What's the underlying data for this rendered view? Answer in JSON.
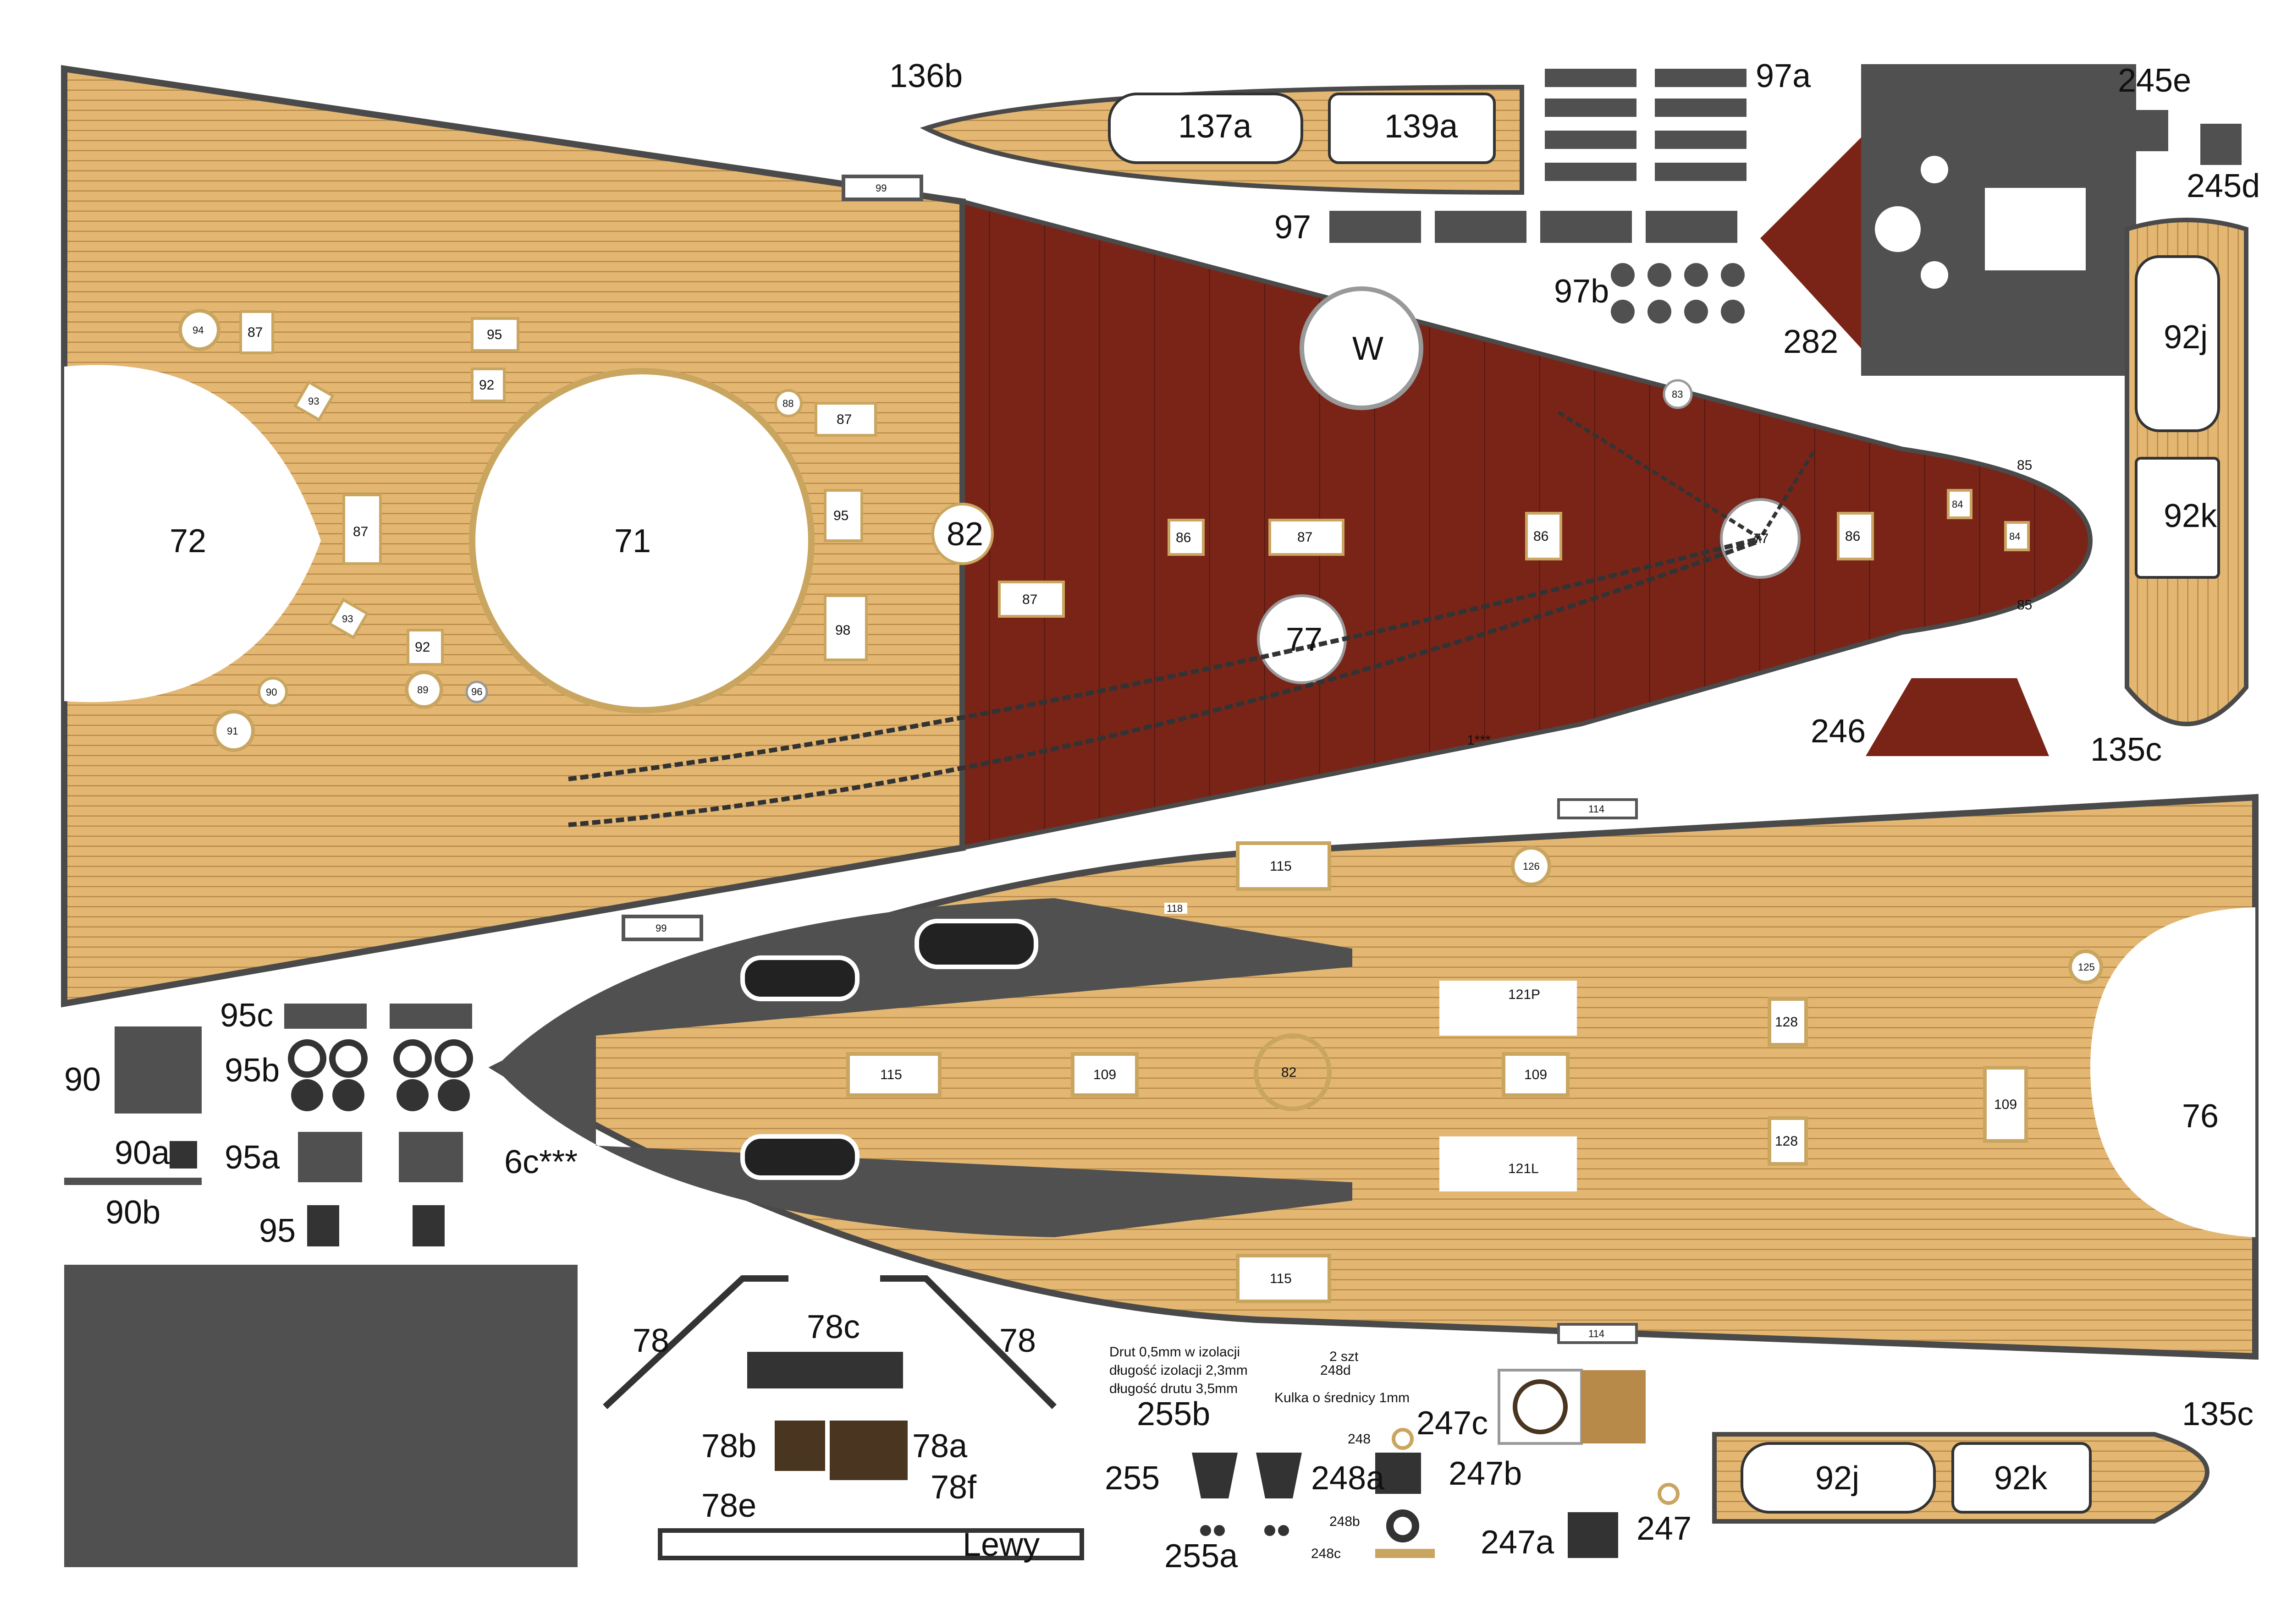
{
  "sheet": {
    "colors": {
      "wood": "#e3b772",
      "wood_line": "#b88a4a",
      "red_deck": "#7a2418",
      "dark_grey": "#505050",
      "hull_edge": "#4a4a4a",
      "paper": "#ffffff",
      "fitting": "#c9a560"
    },
    "labels": {
      "p136b": "136b",
      "p137a": "137a",
      "p139a": "139a",
      "p97a": "97a",
      "p97": "97",
      "p97b": "97b",
      "p282": "282",
      "p245e": "245e",
      "p245d": "245d",
      "p92j_top": "92j",
      "p92k_top": "92k",
      "p135c_top": "135c",
      "p246": "246",
      "p72": "72",
      "p71": "71",
      "p82": "82",
      "pW": "W",
      "p77a": "77",
      "p77b": "77",
      "p85a": "85",
      "p85b": "85",
      "p84a": "84",
      "p84b": "84",
      "p86a": "86",
      "p86b": "86",
      "p86c": "86",
      "p87a": "87",
      "p87b": "87",
      "p87c": "87",
      "p87d": "87",
      "p87e": "87",
      "p88": "88",
      "p89": "89",
      "p90c": "90",
      "p91": "91",
      "p92a": "92",
      "p92b": "92",
      "p93a": "93",
      "p93b": "93",
      "p94": "94",
      "p95a": "95",
      "p95b": "95",
      "p96": "96",
      "p98": "98",
      "p99a": "99",
      "p99b": "99",
      "p83": "83",
      "p1stars": "1***",
      "p114a": "114",
      "p114b": "114",
      "p115a": "115",
      "p115b": "115",
      "p115c": "115",
      "p126": "126",
      "p125": "125",
      "p128a": "128",
      "p128b": "128",
      "p109a": "109",
      "p109b": "109",
      "p109c": "109",
      "p82b": "82",
      "p76": "76",
      "p121P": "121P",
      "p121L": "121L",
      "p118": "118",
      "p6stars": "6c***",
      "p95c": "95c",
      "p95b2": "95b",
      "p95a2": "95a",
      "p95plain": "95",
      "p90": "90",
      "p90a": "90a",
      "p90b": "90b",
      "p78_left": "78",
      "p78_right": "78",
      "p78c": "78c",
      "p78a": "78a",
      "p78b": "78b",
      "p78f": "78f",
      "p78e": "78e",
      "pLewy": "Lewy",
      "p255b": "255b",
      "p255": "255",
      "p255a": "255a",
      "wire_line1": "Drut 0,5mm w izolacji",
      "wire_line2": "długość izolacji 2,3mm",
      "wire_line3": "długość drutu 3,5mm",
      "ball_line1": "Kulka o średnicy 1mm",
      "ball_line2": "248d",
      "ball_line3": "2 szt",
      "p247c": "247c",
      "p248": "248",
      "p248a": "248a",
      "p248b": "248b",
      "p248c": "248c",
      "p247b": "247b",
      "p247a": "247a",
      "p247": "247",
      "p135c_bottom": "135c",
      "p92j_bot": "92j",
      "p92k_bot": "92k"
    }
  }
}
